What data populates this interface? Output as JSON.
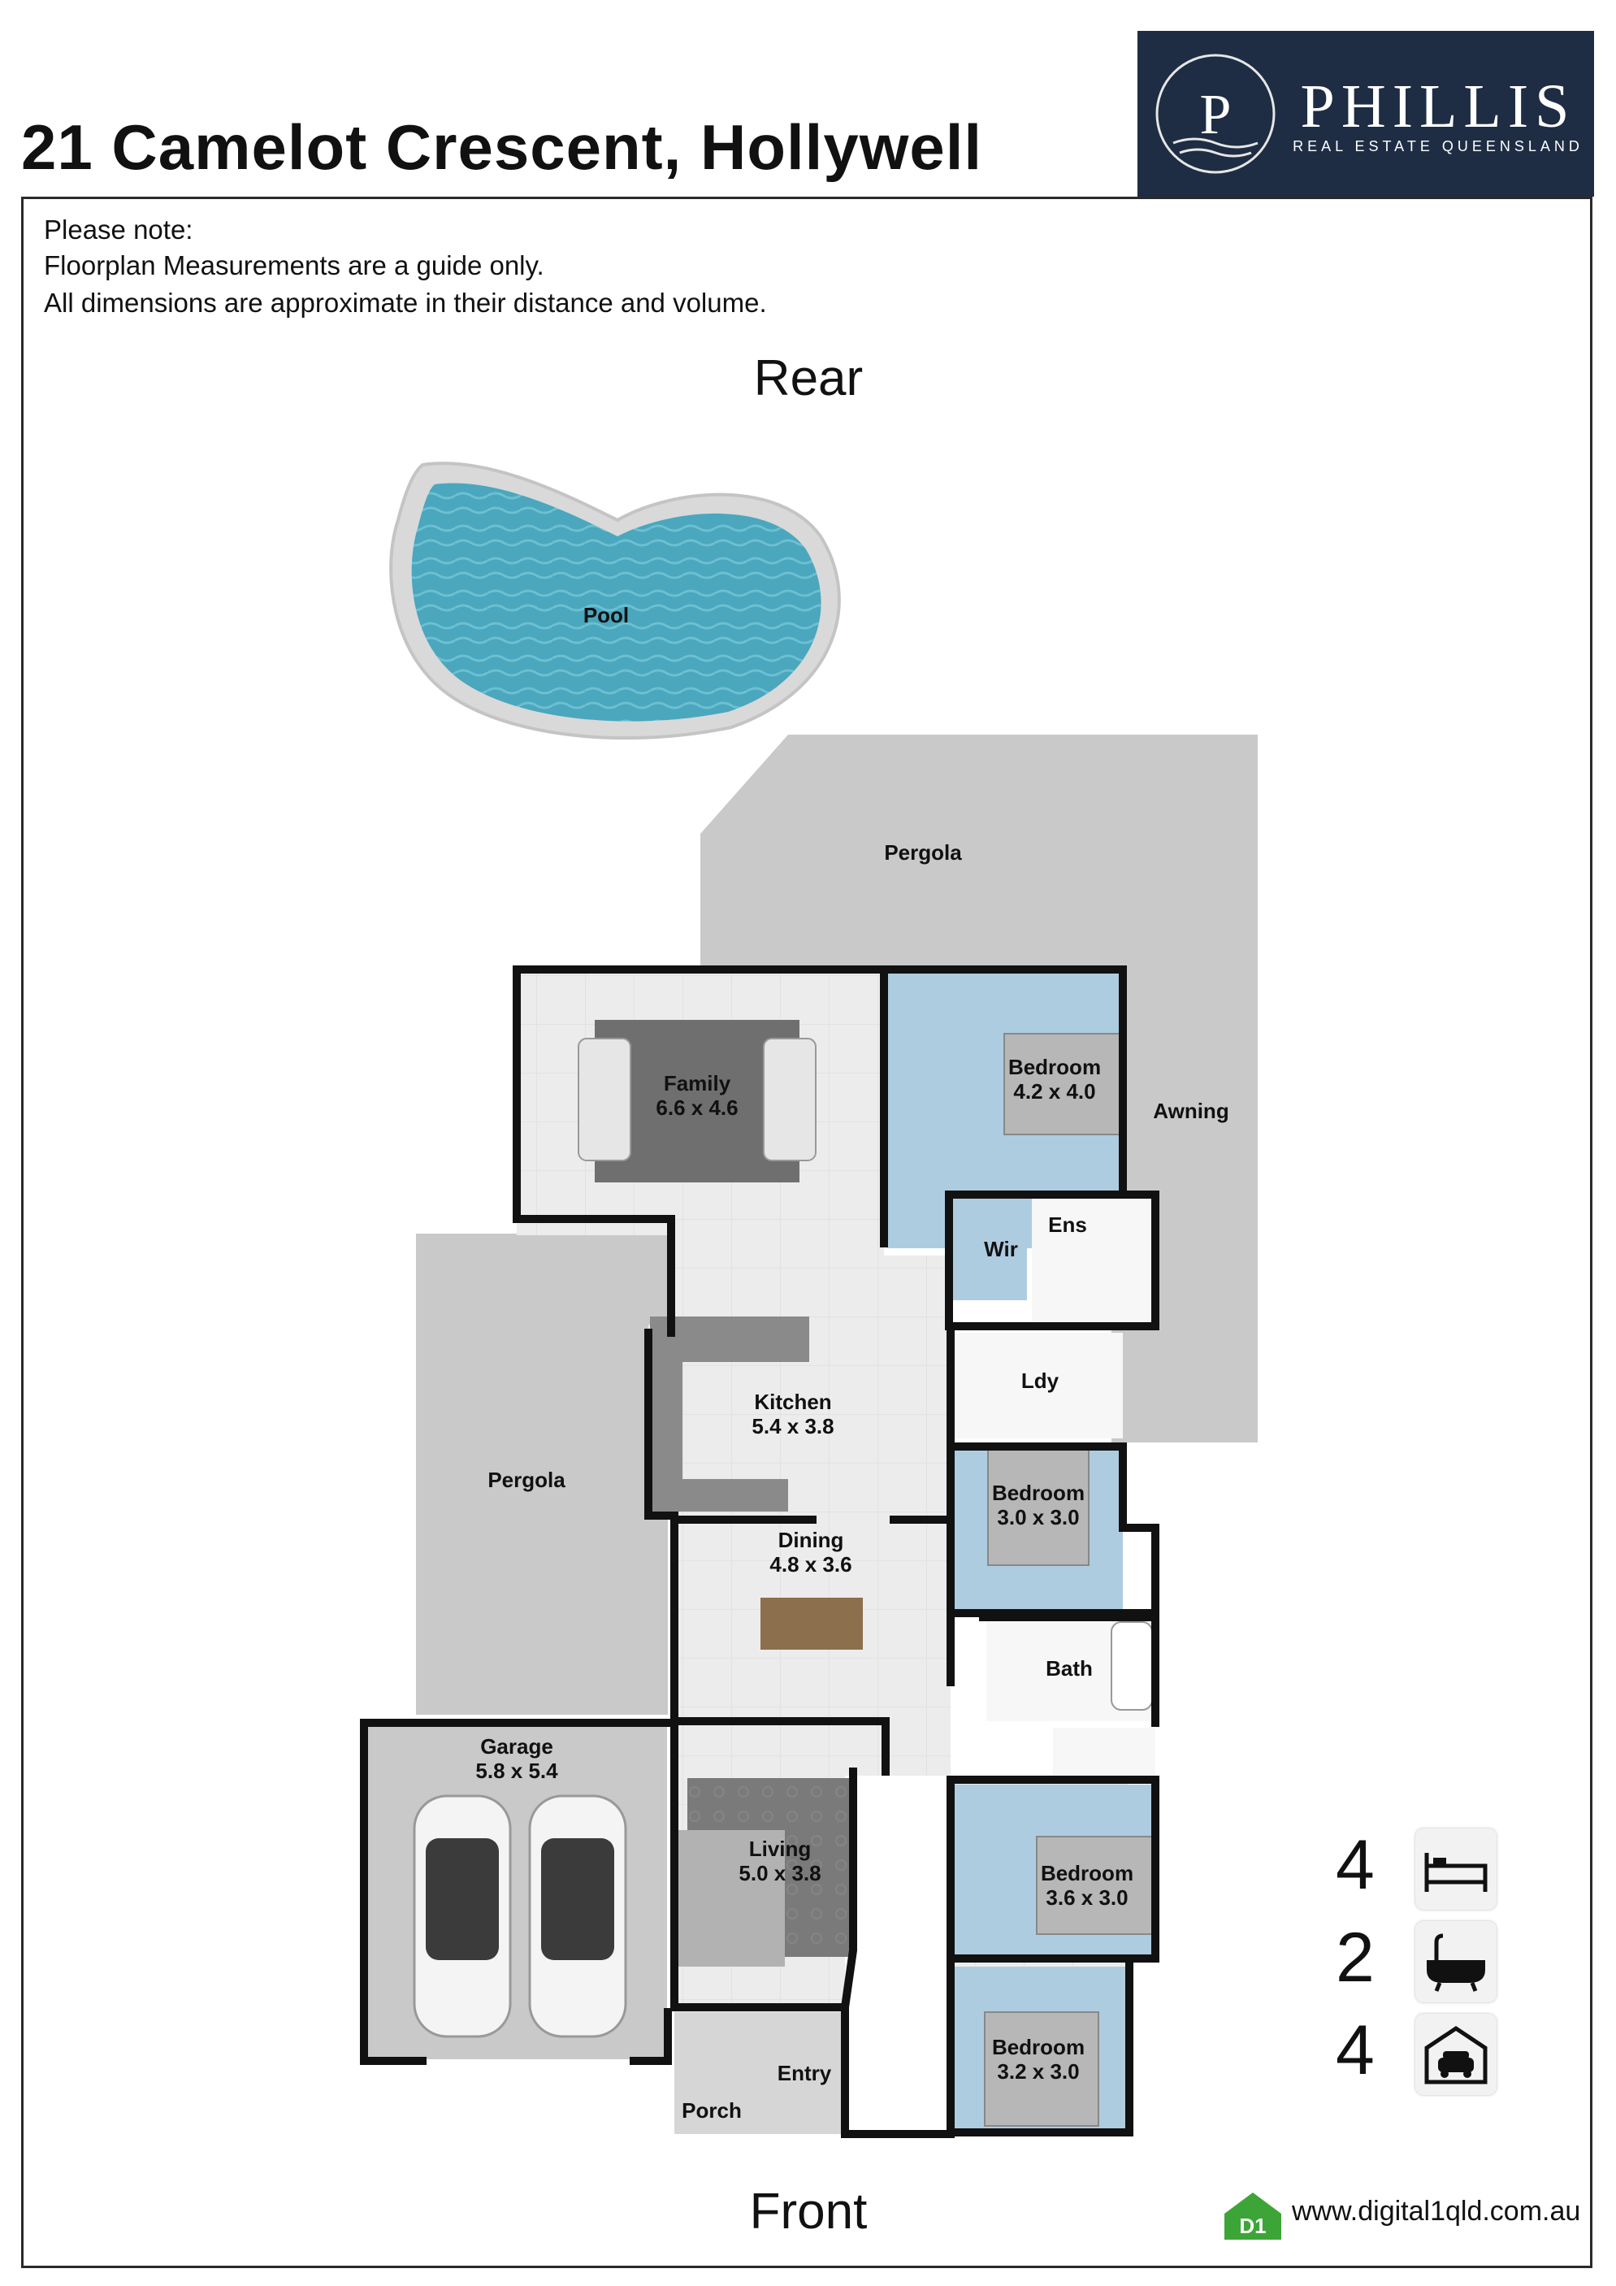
{
  "listing": {
    "address": "21 Camelot Crescent, Hollywell"
  },
  "agency": {
    "initial": "P",
    "name": "PHILLIS",
    "tagline": "REAL ESTATE QUEENSLAND",
    "color": "#1e2d44"
  },
  "notes": {
    "line1": "Please note:",
    "line2": "Floorplan Measurements are a guide only.",
    "line3": "All dimensions are approximate in their distance and volume."
  },
  "orientation": {
    "rear": "Rear",
    "front": "Front"
  },
  "rooms": {
    "pool": {
      "name": "Pool"
    },
    "pergola_rear": {
      "name": "Pergola"
    },
    "pergola_side": {
      "name": "Pergola"
    },
    "awning": {
      "name": "Awning"
    },
    "family": {
      "name": "Family",
      "size": "6.6 x 4.6"
    },
    "bedroom_main": {
      "name": "Bedroom",
      "size": "4.2 x 4.0"
    },
    "wir": {
      "name": "Wir"
    },
    "ens": {
      "name": "Ens"
    },
    "ldy": {
      "name": "Ldy"
    },
    "kitchen": {
      "name": "Kitchen",
      "size": "5.4 x 3.8"
    },
    "bedroom_2": {
      "name": "Bedroom",
      "size": "3.0 x 3.0"
    },
    "dining": {
      "name": "Dining",
      "size": "4.8 x 3.6"
    },
    "bath": {
      "name": "Bath"
    },
    "garage": {
      "name": "Garage",
      "size": "5.8 x 5.4"
    },
    "living": {
      "name": "Living",
      "size": "5.0 x 3.8"
    },
    "bedroom_3": {
      "name": "Bedroom",
      "size": "3.6 x 3.0"
    },
    "bedroom_4": {
      "name": "Bedroom",
      "size": "3.2 x 3.0"
    },
    "entry": {
      "name": "Entry"
    },
    "porch": {
      "name": "Porch"
    }
  },
  "features": {
    "bedrooms": "4",
    "bedrooms_icon": "bed-icon",
    "bathrooms": "2",
    "bathrooms_icon": "bathtub-icon",
    "parking": "4",
    "parking_icon": "garage-car-icon"
  },
  "footer": {
    "website": "www.digital1qld.com.au",
    "badge": "D1"
  },
  "colors": {
    "bedroom": "#aecce0",
    "floor": "#ececec",
    "outdoor": "#c9c9c9",
    "wall": "#111111",
    "pool": "#4aa7bd"
  }
}
